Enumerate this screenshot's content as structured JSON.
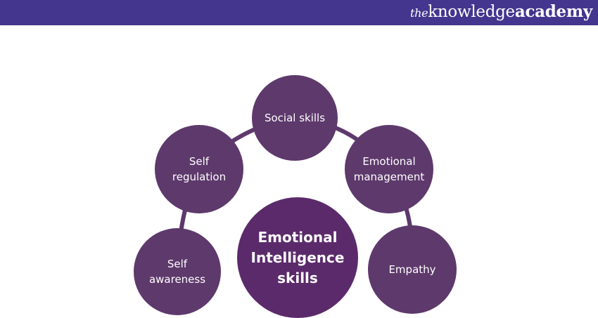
{
  "header": {
    "logo_text": "theknowledgeacademy",
    "logo_parts": [
      "the",
      "knowledge",
      "academy"
    ]
  },
  "diagram": {
    "center": "Emotional\nIntelligence\nskills",
    "nodes": [
      "Self\nawareness",
      "Self\nregulation",
      "Social skills",
      "Emotional\nmanagement",
      "Empathy"
    ]
  },
  "colors": {
    "header": "#44358f",
    "node": "#5e396c",
    "center": "#5b2a6b"
  }
}
